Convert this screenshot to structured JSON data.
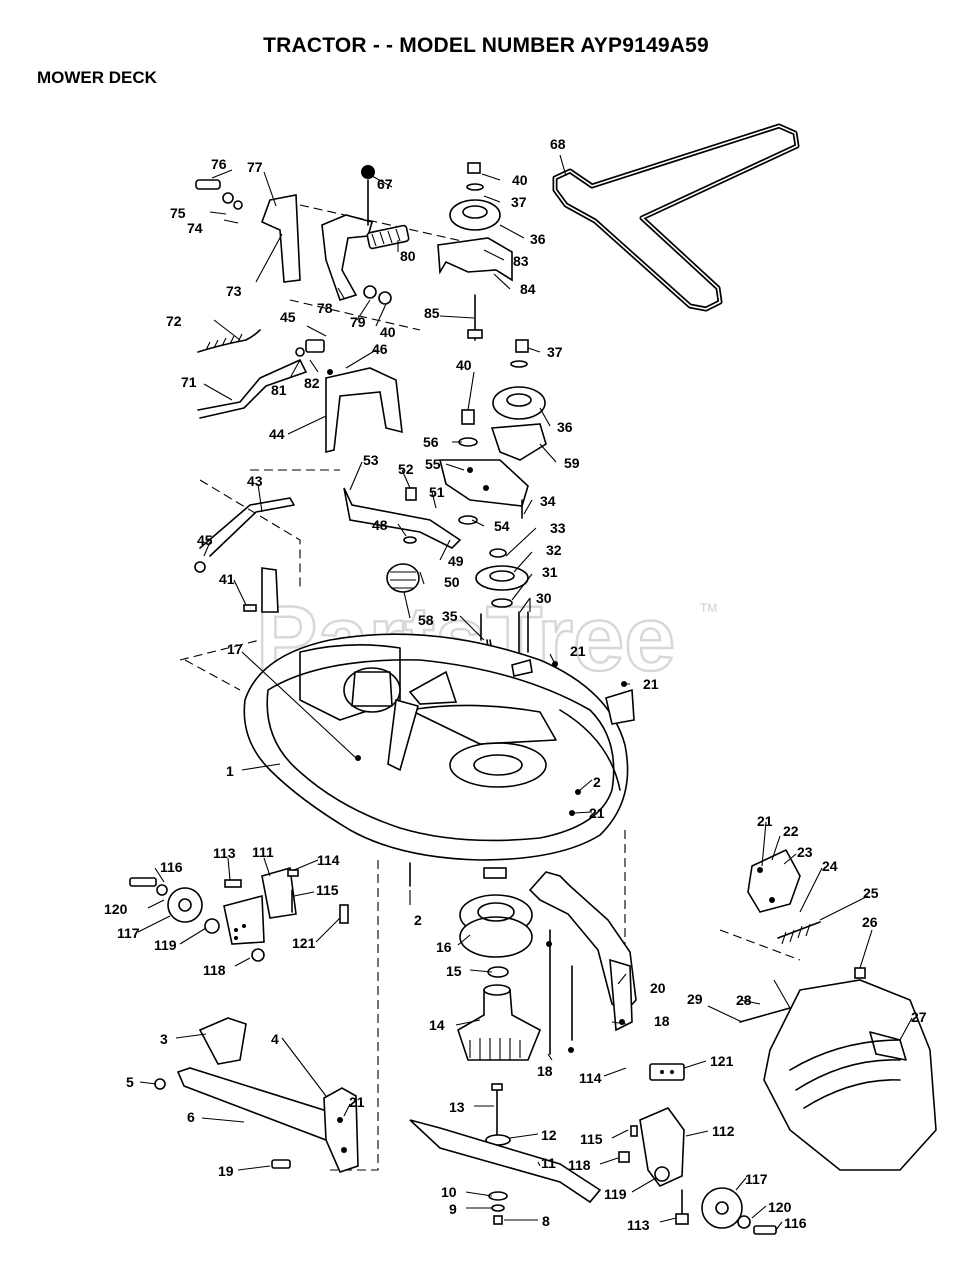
{
  "title": "TRACTOR - - MODEL NUMBER AYP9149A59",
  "subtitle": "MOWER DECK",
  "watermark": "PartsTree",
  "watermark_tm": "TM",
  "callouts": [
    {
      "id": "c-76",
      "label": "76"
    },
    {
      "id": "c-77",
      "label": "77"
    },
    {
      "id": "c-67",
      "label": "67"
    },
    {
      "id": "c-75",
      "label": "75"
    },
    {
      "id": "c-74",
      "label": "74"
    },
    {
      "id": "c-73",
      "label": "73"
    },
    {
      "id": "c-80",
      "label": "80"
    },
    {
      "id": "c-78",
      "label": "78"
    },
    {
      "id": "c-79",
      "label": "79"
    },
    {
      "id": "c-40a",
      "label": "40"
    },
    {
      "id": "c-72",
      "label": "72"
    },
    {
      "id": "c-45a",
      "label": "45"
    },
    {
      "id": "c-46",
      "label": "46"
    },
    {
      "id": "c-71",
      "label": "71"
    },
    {
      "id": "c-81",
      "label": "81"
    },
    {
      "id": "c-82",
      "label": "82"
    },
    {
      "id": "c-44",
      "label": "44"
    },
    {
      "id": "c-40b",
      "label": "40"
    },
    {
      "id": "c-37a",
      "label": "37"
    },
    {
      "id": "c-36a",
      "label": "36"
    },
    {
      "id": "c-83",
      "label": "83"
    },
    {
      "id": "c-84",
      "label": "84"
    },
    {
      "id": "c-85",
      "label": "85"
    },
    {
      "id": "c-68",
      "label": "68"
    },
    {
      "id": "c-37b",
      "label": "37"
    },
    {
      "id": "c-40c",
      "label": "40"
    },
    {
      "id": "c-36b",
      "label": "36"
    },
    {
      "id": "c-56",
      "label": "56"
    },
    {
      "id": "c-55",
      "label": "55"
    },
    {
      "id": "c-59",
      "label": "59"
    },
    {
      "id": "c-53",
      "label": "53"
    },
    {
      "id": "c-52",
      "label": "52"
    },
    {
      "id": "c-51",
      "label": "51"
    },
    {
      "id": "c-34",
      "label": "34"
    },
    {
      "id": "c-54",
      "label": "54"
    },
    {
      "id": "c-48",
      "label": "48"
    },
    {
      "id": "c-49",
      "label": "49"
    },
    {
      "id": "c-33",
      "label": "33"
    },
    {
      "id": "c-32",
      "label": "32"
    },
    {
      "id": "c-50",
      "label": "50"
    },
    {
      "id": "c-31",
      "label": "31"
    },
    {
      "id": "c-43",
      "label": "43"
    },
    {
      "id": "c-45b",
      "label": "45"
    },
    {
      "id": "c-41",
      "label": "41"
    },
    {
      "id": "c-58",
      "label": "58"
    },
    {
      "id": "c-35",
      "label": "35"
    },
    {
      "id": "c-30",
      "label": "30"
    },
    {
      "id": "c-17",
      "label": "17"
    },
    {
      "id": "c-21a",
      "label": "21"
    },
    {
      "id": "c-21b",
      "label": "21"
    },
    {
      "id": "c-1",
      "label": "1"
    },
    {
      "id": "c-2a",
      "label": "2"
    },
    {
      "id": "c-21c",
      "label": "21"
    },
    {
      "id": "c-21d",
      "label": "21"
    },
    {
      "id": "c-22",
      "label": "22"
    },
    {
      "id": "c-23",
      "label": "23"
    },
    {
      "id": "c-24",
      "label": "24"
    },
    {
      "id": "c-25",
      "label": "25"
    },
    {
      "id": "c-26",
      "label": "26"
    },
    {
      "id": "c-113a",
      "label": "113"
    },
    {
      "id": "c-111",
      "label": "111"
    },
    {
      "id": "c-114a",
      "label": "114"
    },
    {
      "id": "c-116a",
      "label": "116"
    },
    {
      "id": "c-115a",
      "label": "115"
    },
    {
      "id": "c-2b",
      "label": "2"
    },
    {
      "id": "c-120a",
      "label": "120"
    },
    {
      "id": "c-121a",
      "label": "121"
    },
    {
      "id": "c-117a",
      "label": "117"
    },
    {
      "id": "c-119a",
      "label": "119"
    },
    {
      "id": "c-16",
      "label": "16"
    },
    {
      "id": "c-118a",
      "label": "118"
    },
    {
      "id": "c-15",
      "label": "15"
    },
    {
      "id": "c-20",
      "label": "20"
    },
    {
      "id": "c-28",
      "label": "28"
    },
    {
      "id": "c-29",
      "label": "29"
    },
    {
      "id": "c-27",
      "label": "27"
    },
    {
      "id": "c-14",
      "label": "14"
    },
    {
      "id": "c-18a",
      "label": "18"
    },
    {
      "id": "c-3",
      "label": "3"
    },
    {
      "id": "c-4",
      "label": "4"
    },
    {
      "id": "c-18b",
      "label": "18"
    },
    {
      "id": "c-114b",
      "label": "114"
    },
    {
      "id": "c-121b",
      "label": "121"
    },
    {
      "id": "c-5",
      "label": "5"
    },
    {
      "id": "c-21e",
      "label": "21"
    },
    {
      "id": "c-6",
      "label": "6"
    },
    {
      "id": "c-13",
      "label": "13"
    },
    {
      "id": "c-12",
      "label": "12"
    },
    {
      "id": "c-115b",
      "label": "115"
    },
    {
      "id": "c-112",
      "label": "112"
    },
    {
      "id": "c-11",
      "label": "11"
    },
    {
      "id": "c-118b",
      "label": "118"
    },
    {
      "id": "c-19",
      "label": "19"
    },
    {
      "id": "c-117b",
      "label": "117"
    },
    {
      "id": "c-10",
      "label": "10"
    },
    {
      "id": "c-119b",
      "label": "119"
    },
    {
      "id": "c-120b",
      "label": "120"
    },
    {
      "id": "c-9",
      "label": "9"
    },
    {
      "id": "c-8",
      "label": "8"
    },
    {
      "id": "c-113b",
      "label": "113"
    },
    {
      "id": "c-116b",
      "label": "116"
    }
  ]
}
